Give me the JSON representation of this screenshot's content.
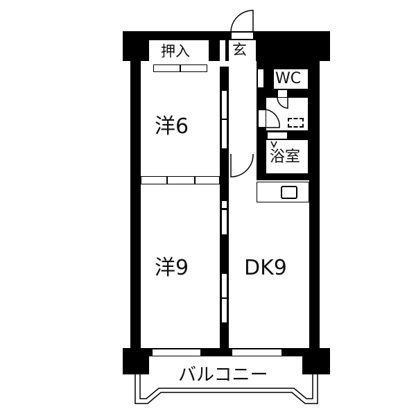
{
  "floorplan": {
    "rooms": {
      "closet": {
        "label": "押入"
      },
      "entrance": {
        "label": "玄"
      },
      "toilet": {
        "label": "WC"
      },
      "western_room_1": {
        "label": "洋6"
      },
      "bathroom": {
        "label": "浴室"
      },
      "western_room_2": {
        "label": "洋9"
      },
      "dining_kitchen": {
        "label": "DK9"
      },
      "balcony": {
        "label": "バルコニー"
      }
    },
    "colors": {
      "wall": "#000000",
      "floor": "#ffffff",
      "text": "#111111"
    }
  }
}
